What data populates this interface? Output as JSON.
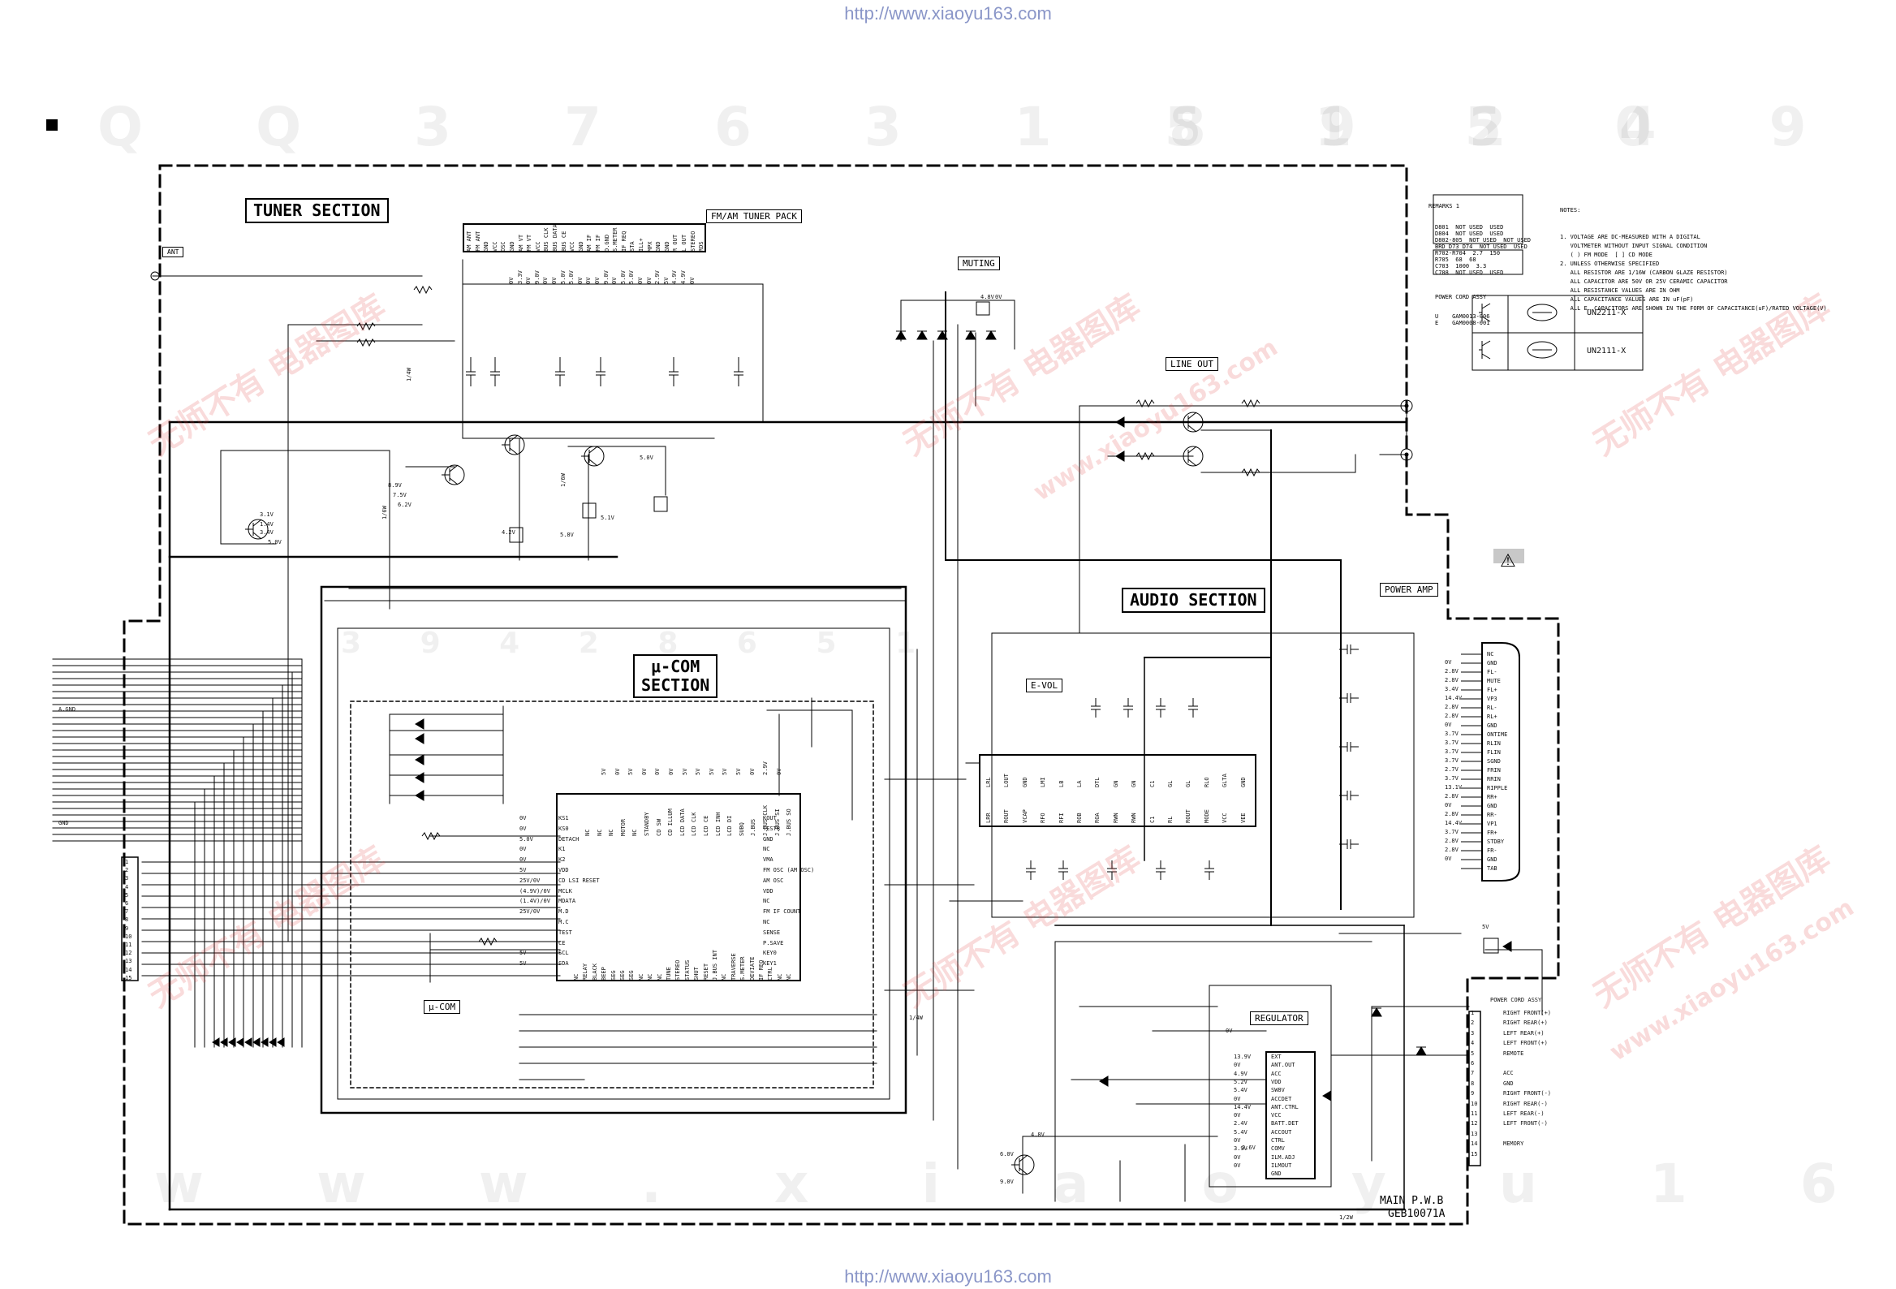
{
  "header": {
    "url_top": "http://www.xiaoyu163.com",
    "url_bottom": "http://www.xiaoyu163.com"
  },
  "watermark": {
    "row1": "Q Q 3 7 6 3 1 5 1 5 0",
    "row1b": "8 9 2 4 9 8 2 9 9",
    "row2": "3 9 4 2 8 6 5 1",
    "row3": "w w w . x i a o y u 1 6 3 . c o m",
    "stamp": "无师不有 电器图库",
    "stamp_url": "www.xiaoyu163.com"
  },
  "sections": {
    "tuner": "TUNER SECTION",
    "audio": "AUDIO SECTION",
    "ucom_line1": "μ-COM",
    "ucom_line2": "SECTION"
  },
  "labels": {
    "fm_am_tuner_pack": "FM/AM TUNER PACK",
    "muting": "MUTING",
    "line_out": "LINE OUT",
    "power_amp": "POWER AMP",
    "e_vol": "E-VOL",
    "regulator": "REGULATOR",
    "ucom": "μ-COM",
    "ant": "ANT",
    "board_line1": "MAIN P.W.B",
    "board_line2": "GEB10071A"
  },
  "transistor_table": [
    {
      "symbol": "type-a",
      "part": "UN2211-X"
    },
    {
      "symbol": "type-b",
      "part": "UN2111-X"
    }
  ],
  "remarks": {
    "title": "REMARKS 1",
    "rows": [
      [
        "D801",
        "NOT USED",
        "USED"
      ],
      [
        "D804",
        "NOT USED",
        "USED"
      ],
      [
        "D802-805",
        "NOT USED",
        "NOT USED"
      ],
      [
        "BRD D73 D74",
        "NOT USED",
        "USED"
      ],
      [
        "R702-R704",
        "2.7",
        "150"
      ],
      [
        "R705",
        "68",
        "68"
      ],
      [
        "C703",
        "1000",
        "3.3"
      ],
      [
        "C708",
        "NOT USED",
        "USED"
      ]
    ],
    "cord_title": "POWER CORD ASSY",
    "cord_rows": [
      [
        "U",
        "GAM0013-006"
      ],
      [
        "E",
        "GAM0008-001"
      ]
    ]
  },
  "notes": {
    "title": "NOTES:",
    "lines": [
      "1. VOLTAGE ARE DC-MEASURED WITH A DIGITAL",
      "   VOLTMETER WITHOUT INPUT SIGNAL CONDITION",
      "   ( ) FM MODE  [ ] CD MODE",
      "2. UNLESS OTHERWISE SPECIFIED",
      "   ALL RESISTOR ARE 1/16W (CARBON GLAZE RESISTOR)",
      "   ALL CAPACITOR ARE 50V OR 25V CERAMIC CAPACITOR",
      "   ALL RESISTANCE VALUES ARE IN OHM",
      "   ALL CAPACITANCE VALUES ARE IN uF(pF)",
      "   ALL E. CAPACITORS ARE SHOWN IN THE FORM OF CAPACITANCE(uF)/RATED VOLTAGE(V)"
    ]
  },
  "power_amp_pins": [
    "NC",
    "GND",
    "FL-",
    "MUTE",
    "FL+",
    "VP3",
    "RL-",
    "RL+",
    "GND",
    "ONTIME",
    "RLIN",
    "FLIN",
    "SGND",
    "FRIN",
    "RRIN",
    "RIPPLE",
    "RR+",
    "GND",
    "RR-",
    "VP1",
    "FR+",
    "STDBY",
    "FR-",
    "GND",
    "TAB"
  ],
  "power_amp_volts": [
    "0V",
    "2.8V",
    "2.8V",
    "3.4V",
    "14.4V",
    "2.8V",
    "2.8V",
    "0V",
    "3.7V",
    "3.7V",
    "3.7V",
    "3.7V",
    "2.7V",
    "3.7V",
    "13.1V",
    "2.8V",
    "0V",
    "2.8V",
    "14.4V",
    "3.7V",
    "2.8V",
    "2.8V",
    "0V"
  ],
  "power_cord": {
    "title": "POWER CORD ASSY",
    "pins": [
      {
        "no": "1",
        "label": "RIGHT FRONT(+)"
      },
      {
        "no": "2",
        "label": "RIGHT REAR(+)"
      },
      {
        "no": "3",
        "label": "LEFT REAR(+)"
      },
      {
        "no": "4",
        "label": "LEFT FRONT(+)"
      },
      {
        "no": "5",
        "label": "REMOTE"
      },
      {
        "no": "6",
        "label": ""
      },
      {
        "no": "7",
        "label": "ACC"
      },
      {
        "no": "8",
        "label": "GND"
      },
      {
        "no": "9",
        "label": "RIGHT FRONT(-)"
      },
      {
        "no": "10",
        "label": "RIGHT REAR(-)"
      },
      {
        "no": "11",
        "label": "LEFT REAR(-)"
      },
      {
        "no": "12",
        "label": "LEFT FRONT(-)"
      },
      {
        "no": "13",
        "label": ""
      },
      {
        "no": "14",
        "label": "MEMORY"
      },
      {
        "no": "15",
        "label": ""
      }
    ]
  },
  "regulator_pins": [
    "EXT",
    "ANT.OUT",
    "ACC",
    "VDD",
    "SW8V",
    "ACCDET",
    "ANT.CTRL",
    "VCC",
    "BATT.DET",
    "ACCOUT",
    "CTRL",
    "COMV",
    "ILM.ADJ",
    "ILMOUT",
    "GND"
  ],
  "regulator_volts": [
    "13.9V",
    "0V",
    "4.9V",
    "5.2V",
    "5.4V",
    "0V",
    "14.4V",
    "0V",
    "2.4V",
    "5.4V",
    "0V",
    "3.9V",
    "0V",
    "0V"
  ],
  "connector_pins": [
    "1",
    "2",
    "3",
    "4",
    "5",
    "6",
    "7",
    "8",
    "9",
    "10",
    "11",
    "12",
    "13",
    "14",
    "15"
  ],
  "left_bus_labels": [
    "A.GND",
    "GND"
  ],
  "evol_top_pins": [
    "LRL",
    "LOUT",
    "GND",
    "LMI",
    "LB",
    "LA",
    "DTL",
    "GN",
    "GN",
    "C1",
    "GL",
    "GL",
    "RLO",
    "GLTA",
    "GND"
  ],
  "evol_bottom_pins": [
    "LRR",
    "ROUT",
    "VCAP",
    "RFO",
    "RFI",
    "ROB",
    "ROA",
    "RWN",
    "RWN",
    "C1",
    "RL",
    "ROUT",
    "MODE",
    "VCC",
    "VEE"
  ],
  "ucom_right_pins": [
    "KOUT",
    "TEST8",
    "GND",
    "NC",
    "VMA",
    "FM OSC (AM OSC)",
    "AM OSC",
    "VDD",
    "NC",
    "FM IF COUNT",
    "NC",
    "SENSE",
    "P.SAVE",
    "KEY0",
    "KEY1"
  ],
  "ucom_left_pins": [
    "KS1",
    "KS0",
    "DETACH",
    "K1",
    "K2",
    "VDD",
    "CD LSI RESET",
    "MCLK",
    "MDATA",
    "M.D",
    "M.C",
    "TEST",
    "CE",
    "SCL",
    "SDA"
  ],
  "ucom_left_volts": [
    "0V",
    "0V",
    "5.0V",
    "0V",
    "0V",
    "5V",
    "25V/0V",
    "(4.9V)/0V",
    "(1.4V)/0V",
    "25V/0V",
    "",
    "",
    "",
    "5V",
    "5V"
  ],
  "ucom_top_pins": [
    "NC",
    "NC",
    "NC",
    "MOTOR",
    "NC",
    "STANDBY",
    "CD SW",
    "CD ILLUM",
    "LCD DATA",
    "LCD CLK",
    "LCD CE",
    "LCD INH",
    "LCD DI",
    "SUBQ",
    "J.BUS",
    "J.BUS CLK",
    "J.BUS SI",
    "J.BUS SO"
  ],
  "ucom_bottom_pins": [
    "NC",
    "RELAY",
    "BLACK",
    "BEEP",
    "SEG",
    "SEG",
    "SEG",
    "NC",
    "NC",
    "NC",
    "TUNE",
    "STEREO",
    "STATUS",
    "SHUT",
    "RESET",
    "J.BUS INT",
    "NC",
    "TRAVERSE",
    "S.METER",
    "DEVIATE",
    "IF REQ",
    "CTRL",
    "NC",
    "NC"
  ],
  "ucom_top_volts": [
    "5V",
    "0V",
    "5V",
    "0V",
    "0V",
    "0V",
    "5V",
    "5V",
    "5V",
    "5V",
    "5V",
    "0V",
    "2.9V",
    "0V"
  ],
  "tuner_pack_pins": [
    "AM ANT",
    "FM ANT",
    "GND",
    "VCC",
    "OSC",
    "GND",
    "AM VT",
    "FM VT",
    "VCC",
    "BUS CLK",
    "BUS DATA",
    "BUS CE",
    "VCC",
    "GND",
    "AM IF",
    "FM IF",
    "D.GND",
    "S.METER",
    "IF REQ",
    "STA",
    "ILL+",
    "MPX",
    "GND",
    "GND",
    "R OUT",
    "L OUT",
    "STEREO",
    "RDS"
  ],
  "tuner_pack_volts": [
    "0V",
    "3.3V",
    "0V",
    "9.0V",
    "0V",
    "0V",
    "5.0V",
    "5.0V",
    "0V",
    "0V",
    "0V",
    "9.0V",
    "0V",
    "5.0V",
    "5.0V",
    "0V",
    "0V",
    "2.9V",
    "5V",
    "4.9V",
    "4.9V",
    "0V"
  ],
  "voltages_misc": [
    "4.8V",
    "0V",
    "3.1V",
    "1.4V",
    "3.4V",
    "5.0V",
    "8.9V",
    "7.5V",
    "6.2V",
    "4.2V",
    "5.8V",
    "5.1V",
    "5.0V",
    "6.0V",
    "9.0V",
    "4.8V",
    "0V",
    "2.6V",
    "5V"
  ],
  "resistor_labels": [
    "1/4W",
    "1/6W",
    "1/6W",
    "1/2W",
    "1/4W"
  ]
}
